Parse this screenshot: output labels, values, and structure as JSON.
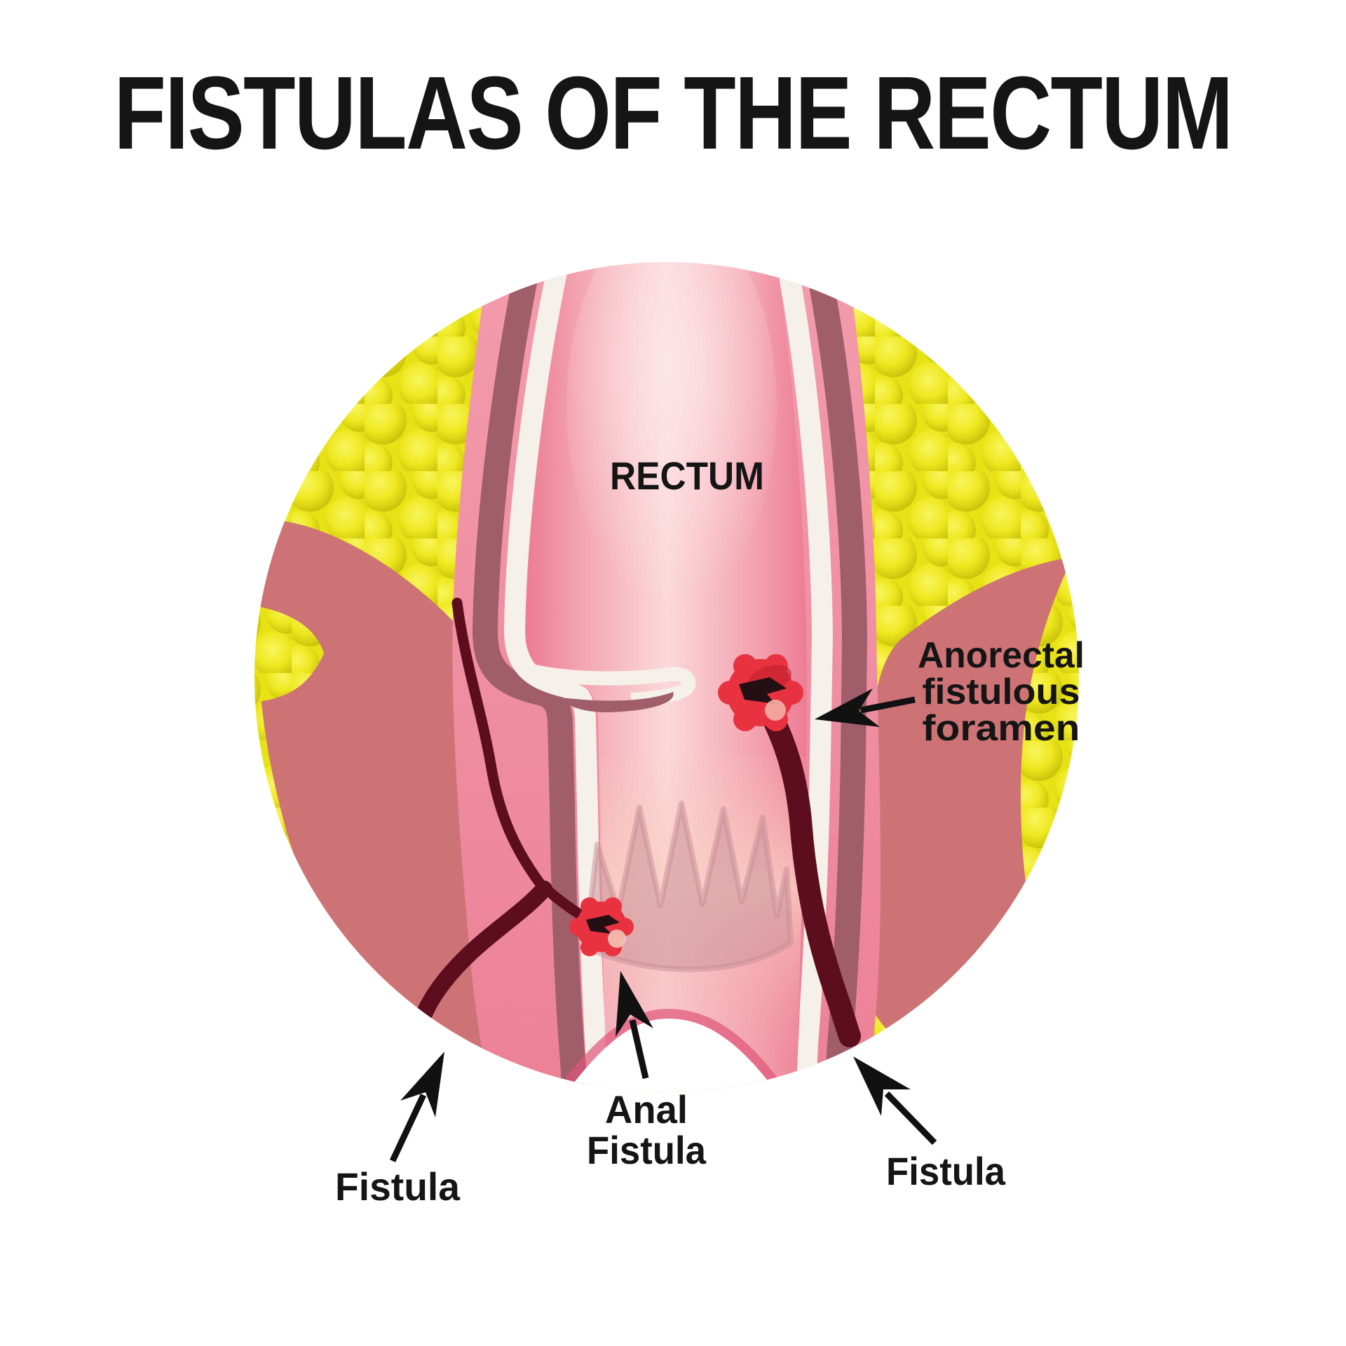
{
  "title": "FISTULAS OF THE RECTUM",
  "labels": {
    "rectum": "RECTUM",
    "anorectal_foramen": {
      "line1": "Anorectal",
      "line2": "fistulous",
      "line3": "foramen"
    },
    "anal_fistula": {
      "line1": "Anal",
      "line2": "Fistula"
    },
    "fistula_left": "Fistula",
    "fistula_right": "Fistula"
  },
  "colors": {
    "background": "#ffffff",
    "text": "#151515",
    "fat_yellow": "#e7e215",
    "wall_pink": "#ef8c9f",
    "stripe_mauve": "#a05e6b",
    "stripe_white": "#f5f0e9",
    "muscle_rose": "#cd7376",
    "fistula_dark": "#5c0e1e",
    "opening_red": "#e8323f",
    "arrow_black": "#111111"
  }
}
